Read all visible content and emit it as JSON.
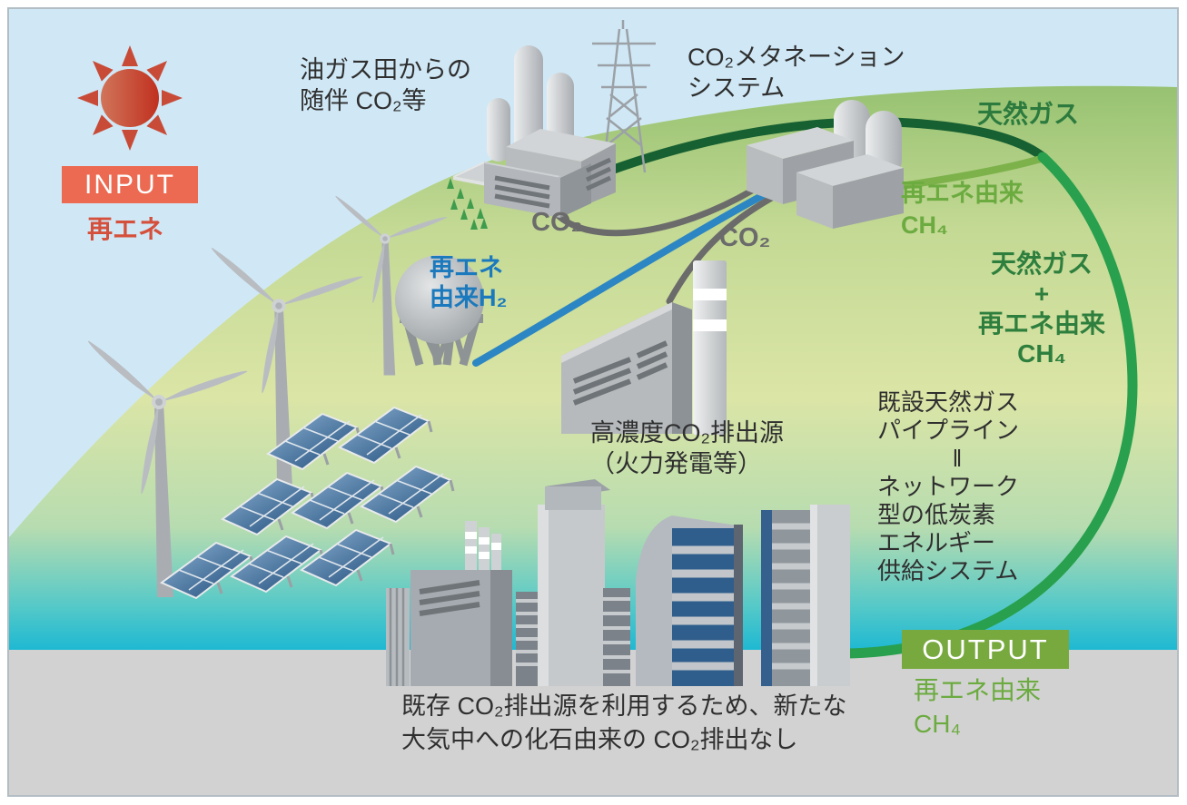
{
  "colors": {
    "sky": "#d0e8f6",
    "hill_top": "#97c271",
    "hill_mid": "#dbe5a6",
    "water": "#1cb8d3",
    "ground": "#d2d2d2",
    "pipe_dark_green": "#176032",
    "pipe_green": "#28a04d",
    "pipe_light_green": "#7db24b",
    "pipe_blue": "#2c86c3",
    "pipe_gray": "#6b6b6b",
    "input_bg": "#ec6a52",
    "input_text": "#d5503c",
    "output_bg": "#78a93e",
    "green_text_dark": "#2c7a3e",
    "green_text_mid": "#2e7f3e",
    "green_text_light": "#6cab40",
    "blue_text": "#1b79bd",
    "co2_text": "#6b6b6b",
    "text_dark": "#2f2f2f",
    "sun_red": "#c84b38"
  },
  "icons": {
    "sun": "sun-icon",
    "wind_turbine": "wind-turbine-icon",
    "solar_panel": "solar-panel-icon",
    "factory": "factory-icon",
    "transmission_tower": "transmission-tower-icon",
    "gas_dome": "gas-holder-dome-icon",
    "power_plant": "power-plant-icon",
    "city": "city-buildings-icon"
  },
  "badges": {
    "input": {
      "label": "INPUT",
      "caption": "再エネ"
    },
    "output": {
      "label": "OUTPUT",
      "caption_line1": "再エネ由来",
      "caption_line2": "CH₄"
    }
  },
  "labels": {
    "oil_gas": {
      "line1": "油ガス田からの",
      "line2": "随伴 CO₂等"
    },
    "methanation": {
      "line1": "CO₂メタネーション",
      "line2": "システム"
    },
    "natural_gas_top": "天然ガス",
    "ch4_from_renewables": {
      "line1": "再エネ由来",
      "line2": "CH₄"
    },
    "gas_plus": {
      "line1": "天然ガス",
      "line2": "+",
      "line3": "再エネ由来",
      "line4": "CH₄"
    },
    "pipeline_note": {
      "lines": [
        "既設天然ガス",
        "パイプライン",
        "‖",
        "ネットワーク",
        "型の低炭素",
        "エネルギー",
        "供給システム"
      ]
    },
    "h2": {
      "line1": "再エネ",
      "line2": "由来H₂"
    },
    "co2_factory": "CO₂",
    "co2_plant": "CO₂",
    "power_plant": {
      "line1": "高濃度CO₂排出源",
      "line2": "（火力発電等）"
    },
    "bottom_note": {
      "line1": "既存 CO₂排出源を利用するため、新たな",
      "line2": "大気中への化石由来の CO₂排出なし"
    }
  }
}
